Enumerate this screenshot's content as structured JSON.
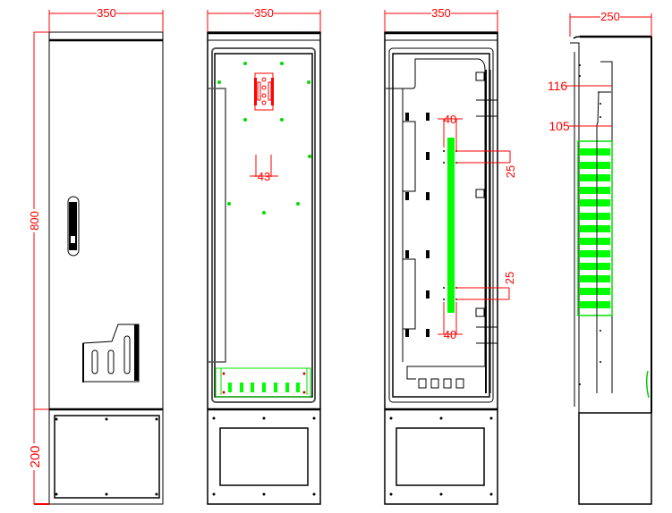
{
  "drawing": {
    "front_view": {
      "width_dim": "350",
      "height_dim": "800",
      "base_dim": "200"
    },
    "inner_view": {
      "width_dim": "350",
      "hole_spacing_dim": "43"
    },
    "rear_inner_view": {
      "width_dim": "350",
      "top_spacing_dim": "40",
      "bottom_spacing_dim": "40",
      "upper_vertical_dim": "25",
      "lower_vertical_dim": "25"
    },
    "side_view": {
      "depth_dim": "250",
      "upper_depth_dim": "116",
      "lower_depth_dim": "105"
    }
  },
  "colors": {
    "dimension": "#ff0000",
    "component": "#00ff00",
    "outline": "#000000"
  }
}
